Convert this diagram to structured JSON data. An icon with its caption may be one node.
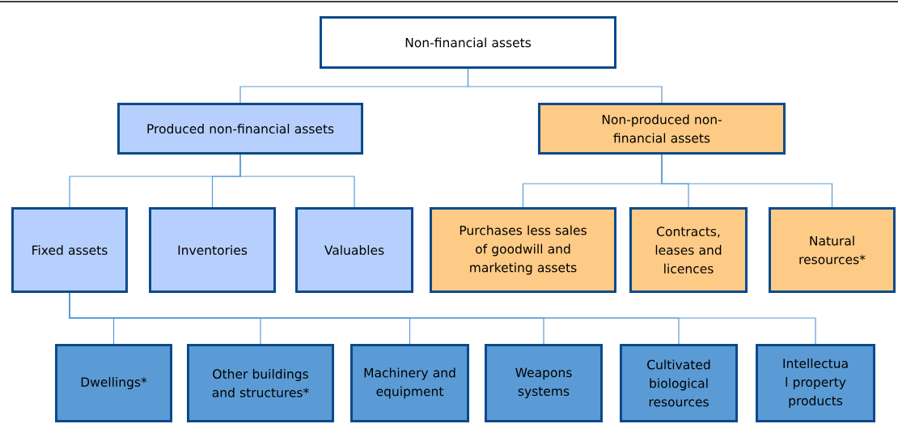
{
  "diagram": {
    "nodes": [
      {
        "text": [
          "Non-financial assets"
        ]
      },
      {
        "text": [
          "Produced non-financial assets"
        ]
      },
      {
        "text": [
          "Non-produced non-financial assets"
        ]
      },
      {
        "text": [
          "Fixed assets"
        ]
      },
      {
        "text": [
          "Inventories"
        ]
      },
      {
        "text": [
          "Valuables"
        ]
      },
      {
        "text": [
          "Purchases less sales of goodwill and marketing assets"
        ]
      },
      {
        "text": [
          "Contracts, leases and licences"
        ]
      },
      {
        "text": [
          "Natural resources*"
        ]
      },
      {
        "text": [
          "Dwellings*"
        ]
      },
      {
        "text": [
          "Other buildings and structures*"
        ]
      },
      {
        "text": [
          "Machinery and equipment"
        ]
      },
      {
        "text": [
          "Weapons systems"
        ]
      },
      {
        "text": [
          "Cultivated biological resources"
        ]
      },
      {
        "text": [
          "Intellectua l property products"
        ]
      }
    ],
    "edges": [
      {
        "from": 0,
        "to": 1,
        "arrow": "none"
      },
      {
        "from": 0,
        "to": 2,
        "arrow": "none"
      },
      {
        "from": 1,
        "to": 3,
        "arrow": "none"
      },
      {
        "from": 1,
        "to": 4,
        "arrow": "none"
      },
      {
        "from": 1,
        "to": 5,
        "arrow": "none"
      },
      {
        "from": 2,
        "to": 6,
        "arrow": "none"
      },
      {
        "from": 2,
        "to": 7,
        "arrow": "none"
      },
      {
        "from": 2,
        "to": 8,
        "arrow": "none"
      },
      {
        "from": 3,
        "to": 9,
        "arrow": "none"
      },
      {
        "from": 3,
        "to": 10,
        "arrow": "none"
      },
      {
        "from": 3,
        "to": 11,
        "arrow": "none"
      },
      {
        "from": 3,
        "to": 12,
        "arrow": "none"
      },
      {
        "from": 3,
        "to": 13,
        "arrow": "none"
      },
      {
        "from": 3,
        "to": 14,
        "arrow": "none"
      }
    ]
  }
}
